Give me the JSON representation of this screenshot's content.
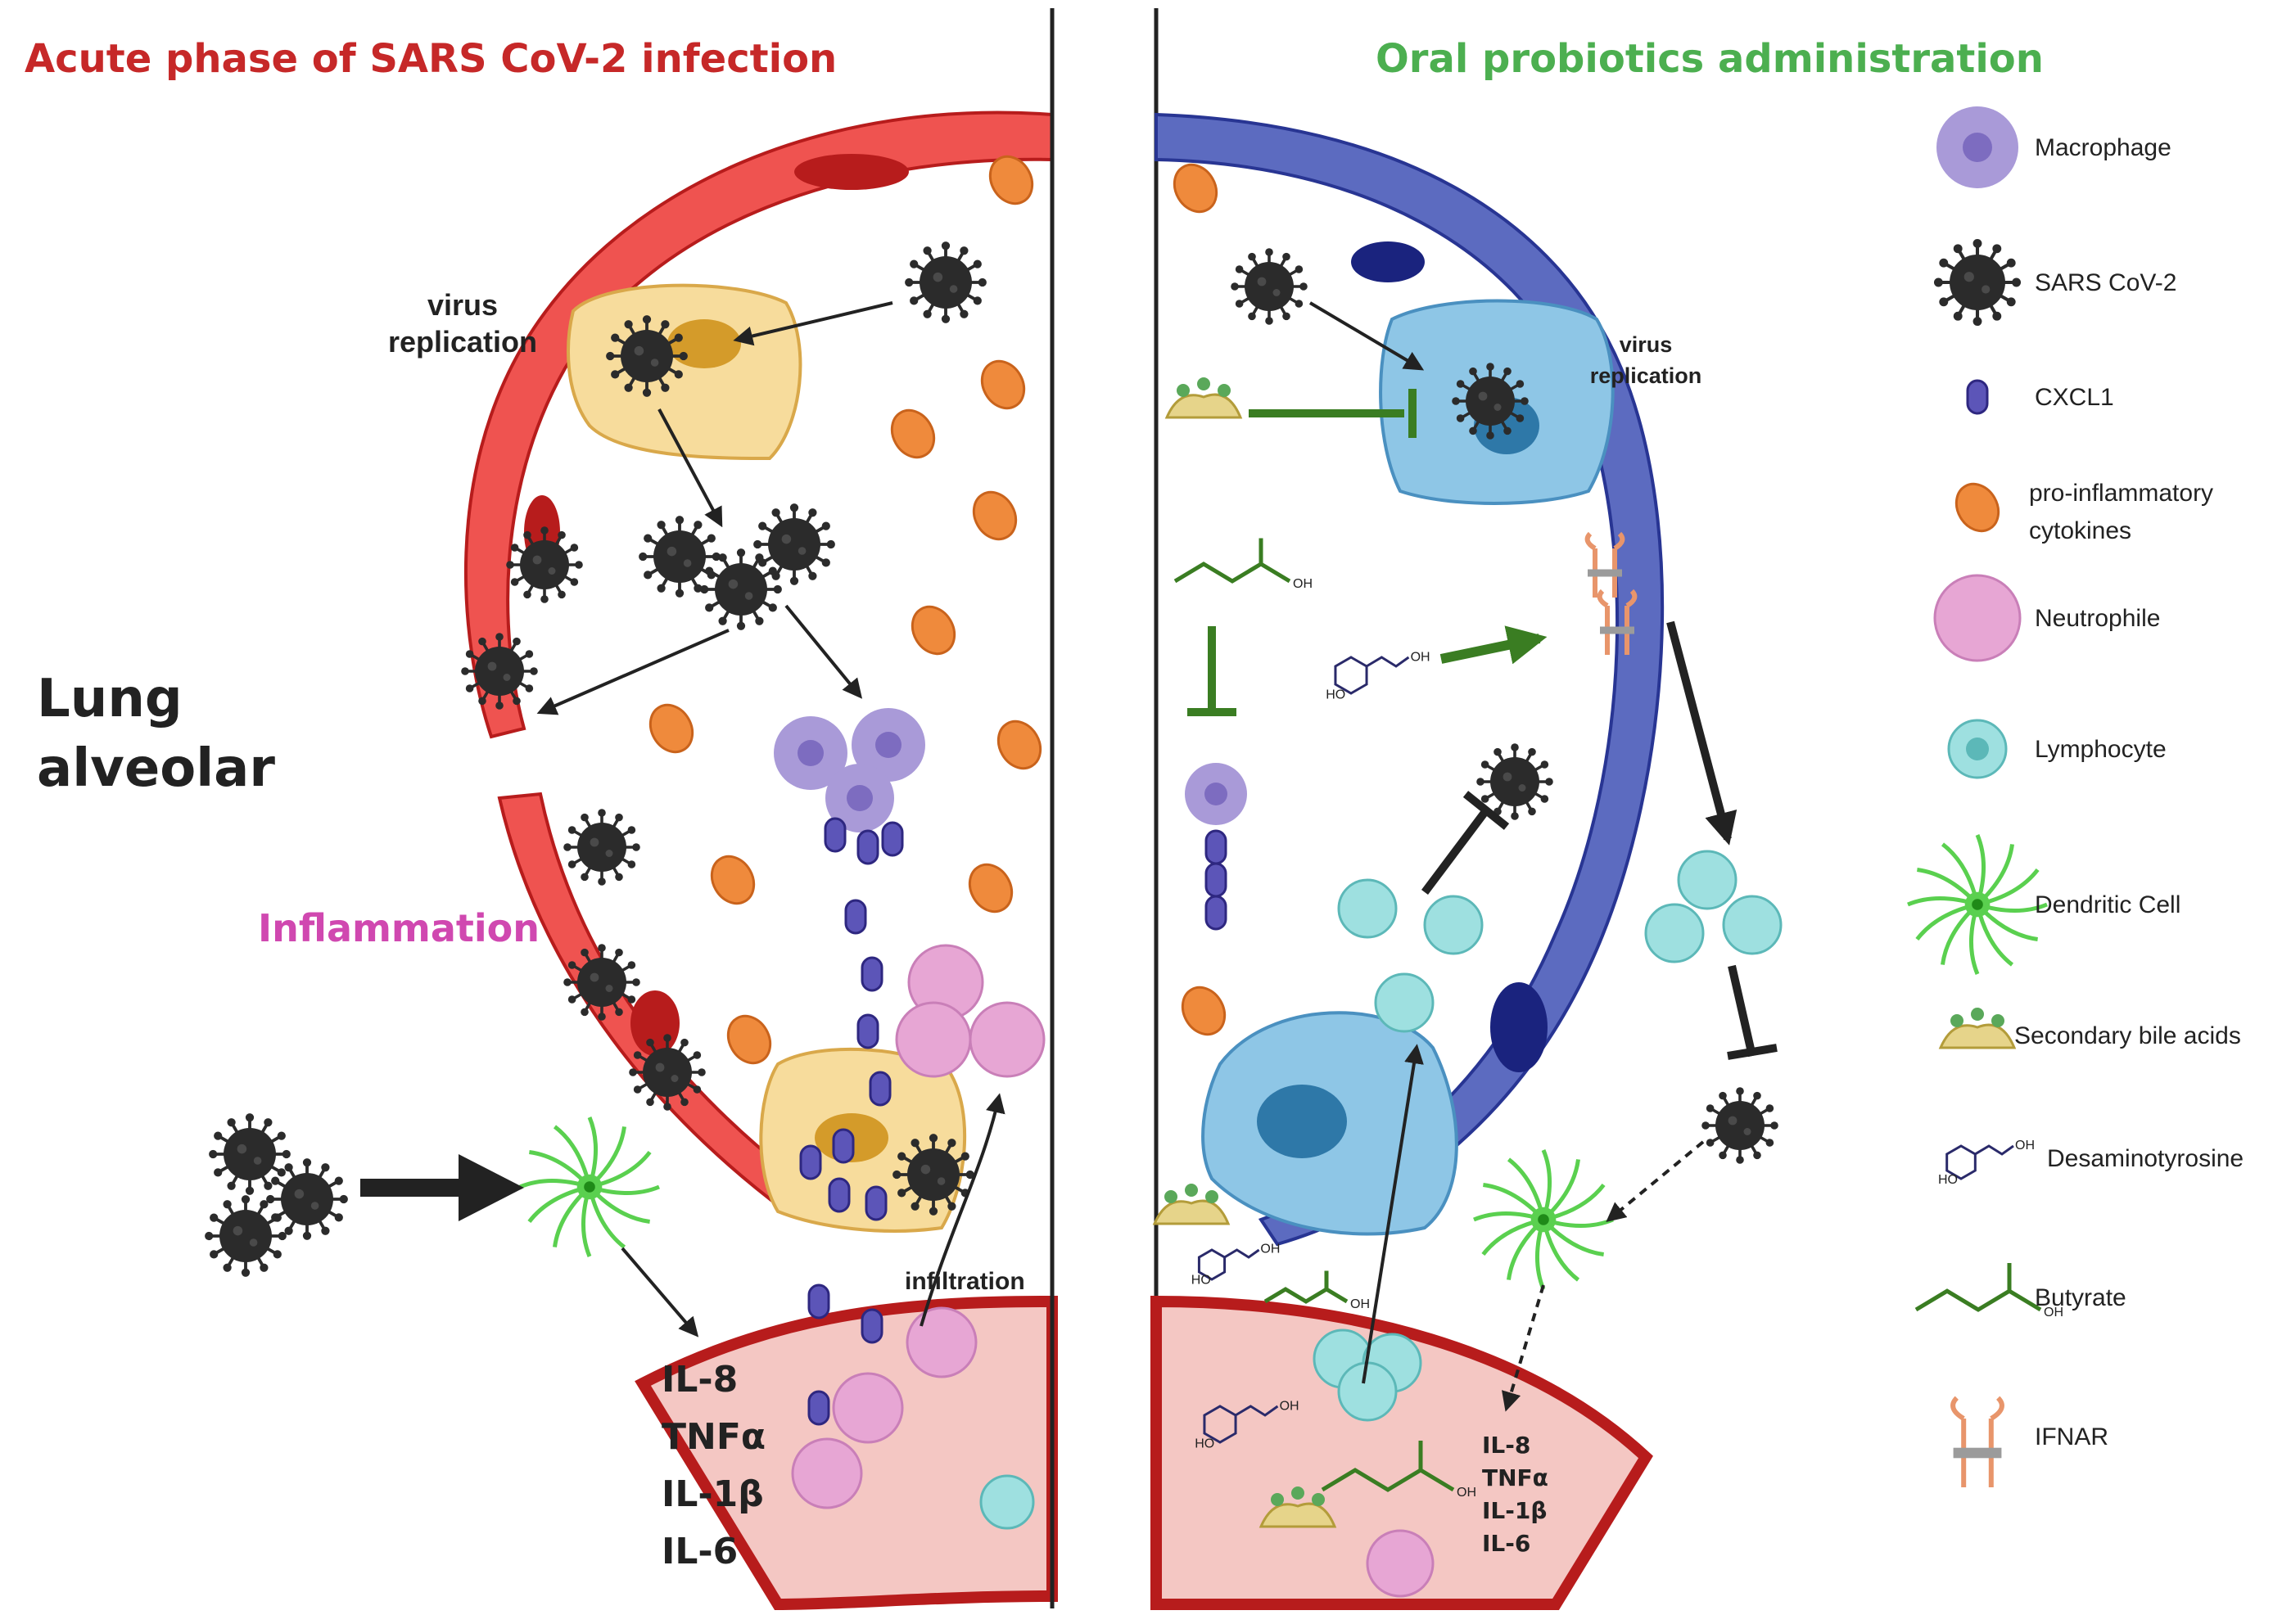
{
  "titles": {
    "left": "Acute phase of SARS CoV-2 infection",
    "right": "Oral probiotics administration"
  },
  "labels": {
    "lung_alveolar_line1": "Lung",
    "lung_alveolar_line2": "alveolar",
    "inflammation": "Inflammation",
    "virus_replication_left_1": "virus",
    "virus_replication_left_2": "replication",
    "virus_replication_right_1": "virus",
    "virus_replication_right_2": "replication",
    "infiltration": "infiltration"
  },
  "cytokines_left": [
    "IL-8",
    "TNFα",
    "IL-1β",
    "IL-6"
  ],
  "cytokines_right": [
    "IL-8",
    "TNFα",
    "IL-1β",
    "IL-6"
  ],
  "chem_labels": {
    "oh": "OH",
    "ho": "HO"
  },
  "legend": [
    {
      "icon": "macrophage-icon",
      "label": "Macrophage"
    },
    {
      "icon": "sars-cov-2-icon",
      "label": "SARS CoV-2"
    },
    {
      "icon": "cxcl1-icon",
      "label": "CXCL1"
    },
    {
      "icon": "cytokine-icon",
      "label": "pro-inflammatory",
      "label2": "cytokines"
    },
    {
      "icon": "neutrophile-icon",
      "label": "Neutrophile"
    },
    {
      "icon": "lymphocyte-icon",
      "label": "Lymphocyte"
    },
    {
      "icon": "dendritic-cell-icon",
      "label": "Dendritic Cell"
    },
    {
      "icon": "bile-acid-icon",
      "label": "Secondary bile acids"
    },
    {
      "icon": "desaminotyrosine-icon",
      "label": "Desaminotyrosine"
    },
    {
      "icon": "butyrate-icon",
      "label": "Butyrate"
    },
    {
      "icon": "ifnar-icon",
      "label": "IFNAR"
    }
  ],
  "colors": {
    "left_title": "#c62828",
    "right_title": "#4caf50",
    "red_wall": "#e53935",
    "blue_wall": "#3f51b5",
    "virus": "#2b2b2b",
    "cytokine": "#ef8a3c",
    "cxcl1": "#5c55b8",
    "macrophage": "#a99ad8",
    "neutrophile": "#e7a6d4",
    "lymphocyte": "#9ee0e0",
    "dendritic": "#5ad04f",
    "inflammation": "#d048b0"
  }
}
